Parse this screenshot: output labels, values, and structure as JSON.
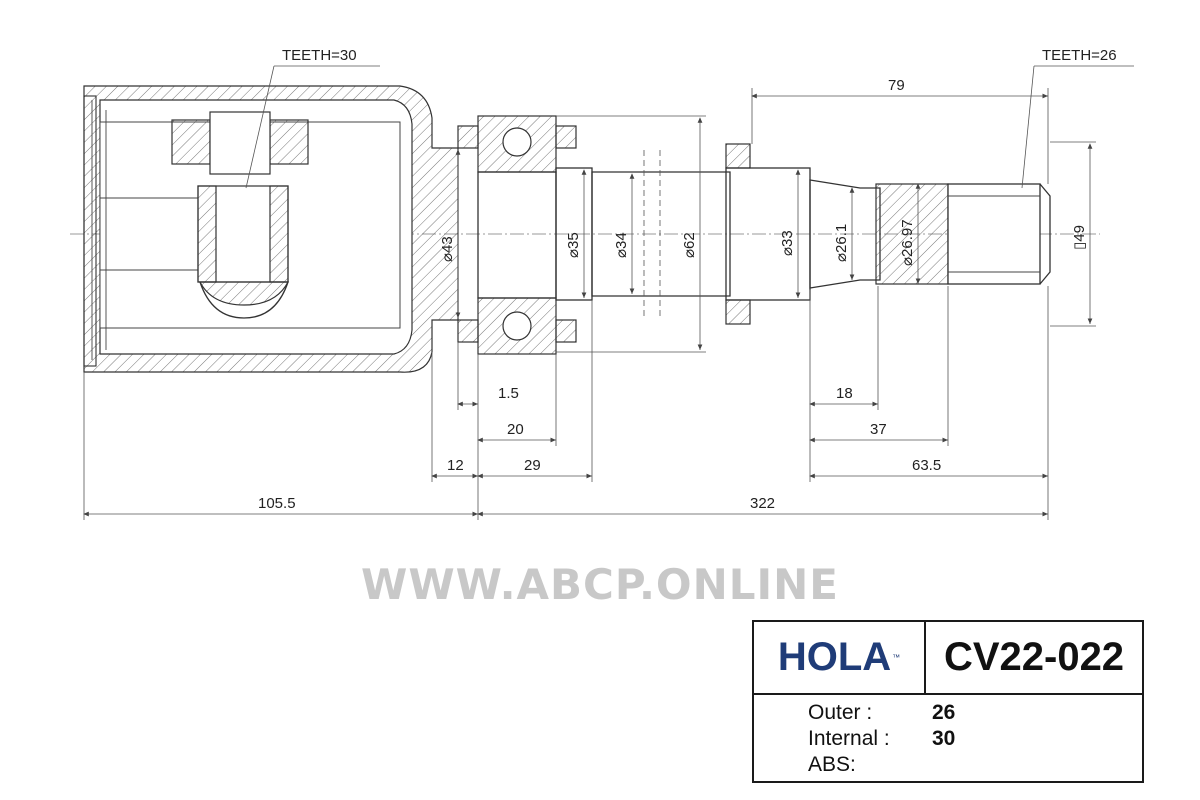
{
  "drawing": {
    "callouts": {
      "teeth_internal": "TEETH=30",
      "teeth_outer": "TEETH=26"
    },
    "diameters": {
      "d43": "⌀43",
      "d35": "⌀35",
      "d34": "⌀34",
      "d62": "⌀62",
      "d33": "⌀33",
      "d26_1": "⌀26.1",
      "d26_97": "⌀26.97",
      "sq49": "▯49"
    },
    "lengths": {
      "l79": "79",
      "l1_5": "1.5",
      "l20": "20",
      "l12": "12",
      "l29": "29",
      "l105_5": "105.5",
      "l322": "322",
      "l18": "18",
      "l37": "37",
      "l63_5": "63.5"
    }
  },
  "watermark": "WWW.ABCP.ONLINE",
  "spec": {
    "brand": "HOLA",
    "brand_mark": "™",
    "part_number": "CV22-022",
    "rows": [
      {
        "label": "Outer :",
        "value": "26"
      },
      {
        "label": "Internal :",
        "value": "30"
      },
      {
        "label": "ABS:",
        "value": ""
      }
    ]
  }
}
